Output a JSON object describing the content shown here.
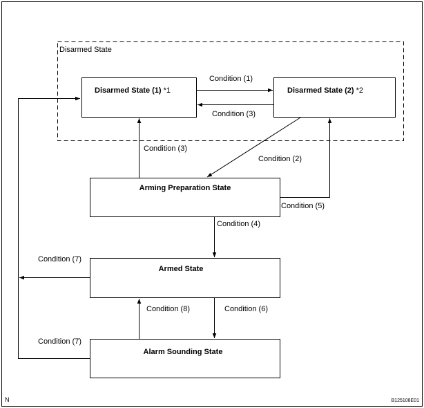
{
  "group": {
    "label": "Disarmed State"
  },
  "states": {
    "disarmed_1": {
      "label": "Disarmed State (1)",
      "note": " *1"
    },
    "disarmed_2": {
      "label": "Disarmed State (2)",
      "note": " *2"
    },
    "arming_prep": {
      "label": "Arming Preparation State"
    },
    "armed": {
      "label": "Armed State"
    },
    "alarm": {
      "label": "Alarm Sounding State"
    }
  },
  "transitions": {
    "c1": "Condition (1)",
    "c3_top": "Condition (3)",
    "c3_left": "Condition (3)",
    "c2": "Condition (2)",
    "c5": "Condition (5)",
    "c4": "Condition (4)",
    "c7_armed": "Condition (7)",
    "c8": "Condition (8)",
    "c6": "Condition (6)",
    "c7_alarm": "Condition (7)"
  },
  "footer": {
    "left_mark": "N",
    "figure_code": "B125108E01"
  }
}
